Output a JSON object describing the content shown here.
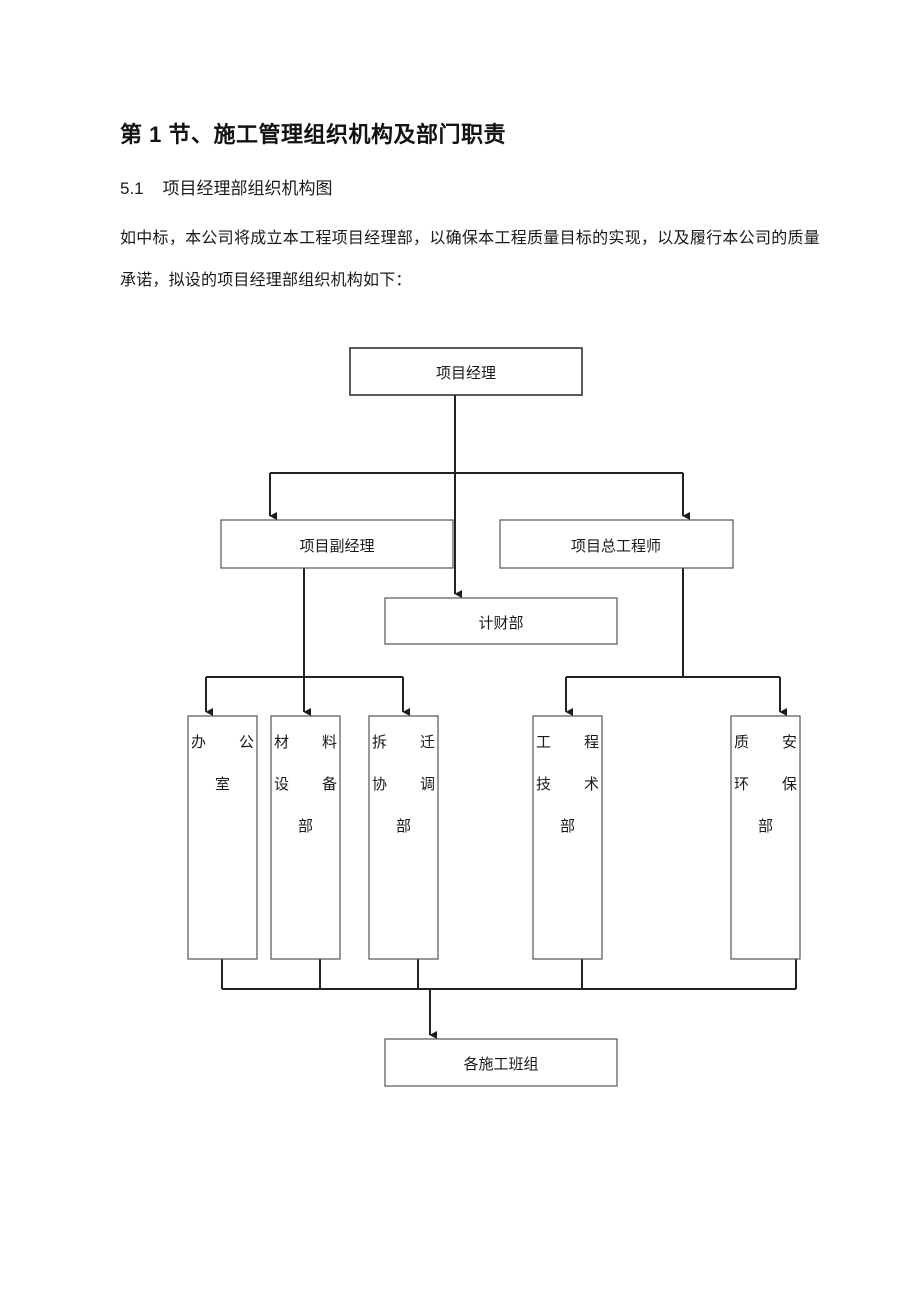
{
  "document": {
    "section_heading": "第 1 节、施工管理组织机构及部门职责",
    "sub_heading": "5.1    项目经理部组织机构图",
    "paragraph": "如中标，本公司将成立本工程项目经理部，以确保本工程质量目标的实现，以及履行本公司的质量承诺，拟设的项目经理部组织机构如下："
  },
  "orgchart": {
    "title": "项目经理部组织机构图",
    "colors": {
      "box_border": "#555555",
      "box_border_strong": "#333333",
      "connector": "#222222",
      "box_fill": "#ffffff",
      "text": "#1a1a1a"
    },
    "nodes": {
      "project_manager": "项目经理",
      "deputy_manager": "项目副经理",
      "chief_engineer": "项目总工程师",
      "finance_dept": "计财部",
      "office": {
        "line1": "办　公",
        "line2": "室"
      },
      "material_dept": {
        "line1": "材　料",
        "line2": "设　备",
        "line3": "部"
      },
      "relocation_dept": {
        "line1": "拆　迁",
        "line2": "协　调",
        "line3": "部"
      },
      "engineering_dept": {
        "line1": "工　程",
        "line2": "技　术",
        "line3": "部"
      },
      "quality_safety_dept": {
        "line1": "质　安",
        "line2": "环　保",
        "line3": "部"
      },
      "work_teams": "各施工班组"
    },
    "hierarchy": {
      "level1": [
        "项目经理"
      ],
      "level2": [
        "项目副经理",
        "项目总工程师"
      ],
      "level3": [
        "计财部"
      ],
      "level4": [
        "办公室",
        "材料设备部",
        "拆迁协调部",
        "工程技术部",
        "质安环保部"
      ],
      "level5": [
        "各施工班组"
      ]
    }
  }
}
